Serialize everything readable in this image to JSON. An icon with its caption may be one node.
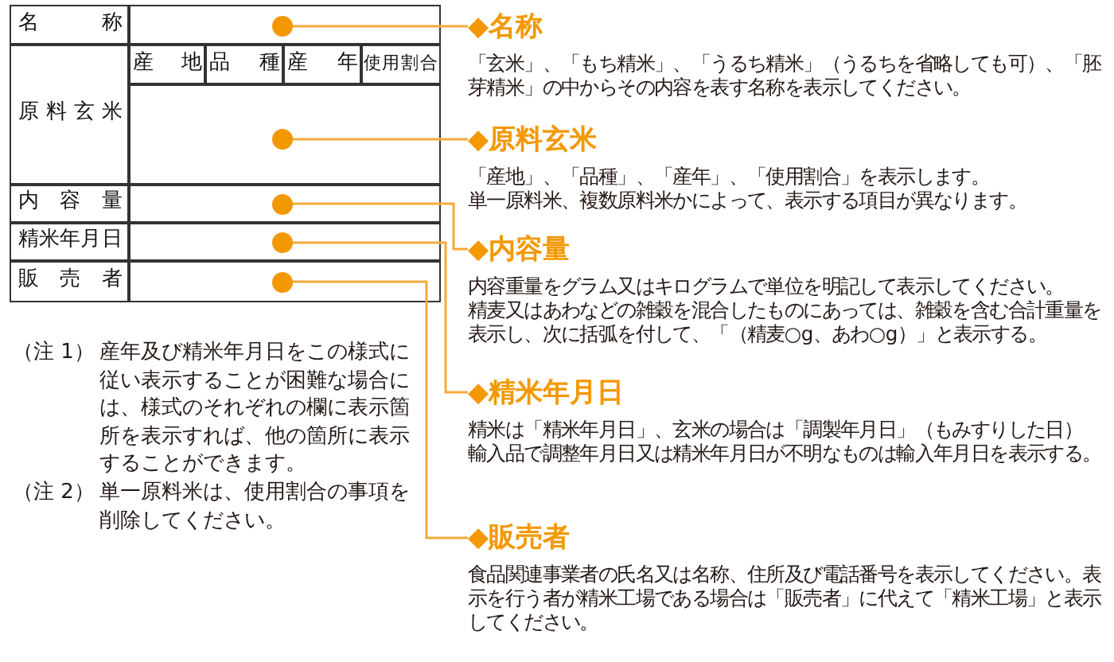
{
  "diagram": {
    "nodes": [
      {
        "text": [],
        "shape": "circle"
      },
      {
        "text": [],
        "shape": "circle"
      },
      {
        "text": [],
        "shape": "circle"
      },
      {
        "text": [],
        "shape": "circle"
      },
      {
        "text": [],
        "shape": "circle"
      },
      {
        "text": [
          "◆名称",
          "「玄米」、「もち精米」、「うるち精米」（うるちを省略しても可）、「胚芽精米」の中からその内容を表す名称を表示してください。"
        ]
      },
      {
        "text": [
          "◆原料玄米",
          "「産地」、「品種」、「産年」、「使用割合」を表示します。",
          "単一原料米、複数原料米かによって、表示する項目が異なります。"
        ]
      },
      {
        "text": [
          "◆内容量",
          "内容重量をグラム又はキログラムで単位を明記して表示してください。",
          "精麦又はあわなどの雑穀を混合したものにあっては、雑穀を含む合計重量を表示し、次に括弧を付して、「（精麦○g、あわ○g）」と表示する。"
        ]
      },
      {
        "text": [
          "◆精米年月日",
          "精米は「精米年月日」、玄米の場合は「調製年月日」（もみすりした日）",
          "輸入品で調整年月日又は精米年月日が不明なものは輸入年月日を表示する。"
        ]
      },
      {
        "text": [
          "◆販売者",
          "食品関連事業者の氏名又は名称、住所及び電話番号を表示してください。表示を行う者が精米工場である場合は「販売者」に代えて「精米工場」と表示してください。"
        ]
      }
    ],
    "edges": [
      {
        "from": 0,
        "to": 5,
        "arrow": "none"
      },
      {
        "from": 1,
        "to": 6,
        "arrow": "none"
      },
      {
        "from": 2,
        "to": 7,
        "arrow": "none"
      },
      {
        "from": 3,
        "to": 8,
        "arrow": "none"
      },
      {
        "from": 4,
        "to": 9,
        "arrow": "none"
      }
    ],
    "labels": [
      "名称",
      "原料玄米",
      "産地",
      "品種",
      "産年",
      "使用割合",
      "内容量",
      "精米年月日",
      "販売者",
      "（注 1）",
      "産年及び精米年月日をこの様式に従い表示することが困難な場合には、様式のそれぞれの欄に表示箇所を表示すれば、他の箇所に表示することができます。",
      "（注 2）",
      "単一原料米は、使用割合の事項を削除してください。"
    ]
  }
}
